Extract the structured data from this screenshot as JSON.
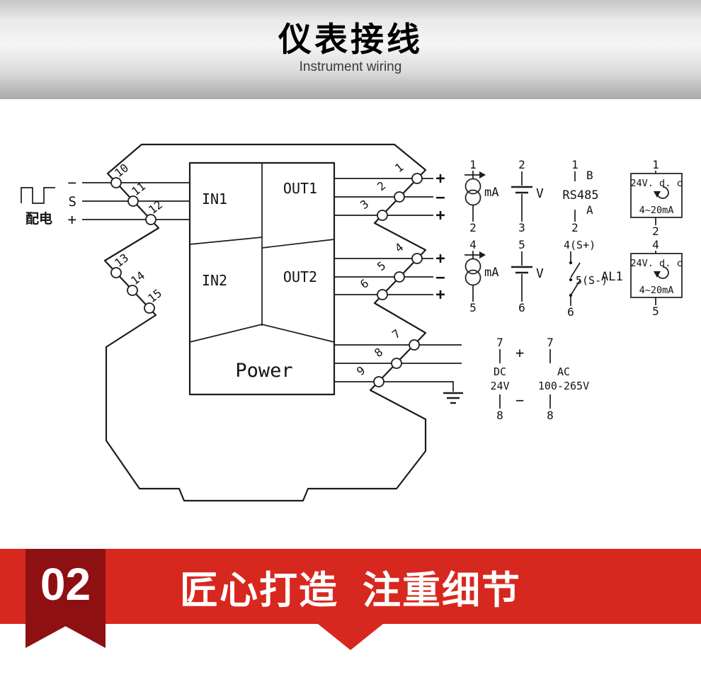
{
  "header": {
    "title": "仪表接线",
    "subtitle": "Instrument wiring"
  },
  "device": {
    "in1": "IN1",
    "out1": "OUT1",
    "in2": "IN2",
    "out2": "OUT2",
    "power": "Power"
  },
  "inputs": {
    "minus": "−",
    "s": "S",
    "plus": "+",
    "peidian": "配电"
  },
  "terminals": {
    "left": [
      "10",
      "11",
      "12"
    ],
    "left_unused": [
      "13",
      "14",
      "15"
    ],
    "right": [
      "1",
      "2",
      "3",
      "4",
      "5",
      "6",
      "7",
      "8",
      "9"
    ]
  },
  "g1": {
    "plus_top": "+",
    "minus": "−",
    "plus_bot": "+",
    "ma_top": "1",
    "ma_label": "mA",
    "ma_bot": "2",
    "v_top": "2",
    "v_label": "V",
    "v_bot": "3",
    "rs_top": "1",
    "rs_b": "B",
    "rs_label": "RS485",
    "rs_a": "A",
    "rs_bot": "2",
    "loop_top": "1",
    "loop_line1": "24V. d. c",
    "loop_line2": "4~20mA",
    "loop_bot": "2"
  },
  "g2": {
    "plus_top": "+",
    "minus": "−",
    "plus_bot": "+",
    "ma_top": "4",
    "ma_label": "mA",
    "ma_bot": "5",
    "v_top": "5",
    "v_label": "V",
    "v_bot": "6",
    "al_top": "4(S+)",
    "al_mid": "5(S-)",
    "al_label": "AL1",
    "al_bot": "6",
    "loop_top": "4",
    "loop_line1": "24V. d. c",
    "loop_line2": "4~20mA",
    "loop_bot": "5"
  },
  "power": {
    "dc_top": "7",
    "plus": "+",
    "dc_line1": "DC",
    "dc_line2": "24V",
    "minus": "−",
    "dc_bot": "8",
    "ac_top": "7",
    "ac_line1": "AC",
    "ac_line2": "100-265V",
    "ac_bot": "8"
  },
  "banner": {
    "number": "02",
    "title": "匠心打造  注重细节"
  },
  "colors": {
    "banner_red": "#d7281f",
    "ribbon_dark_red": "#8e1013"
  }
}
